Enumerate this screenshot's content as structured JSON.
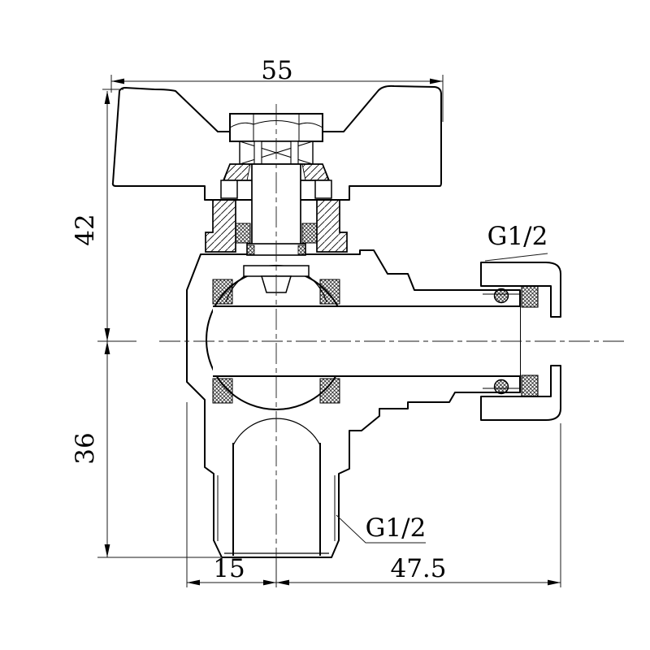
{
  "drawing": {
    "type": "cross-section technical drawing",
    "subject": "angle ball valve with butterfly handle",
    "dimensions": {
      "handle_width": "55",
      "upper_height": "42",
      "lower_height": "36",
      "bottom_left": "15",
      "bottom_right": "47.5"
    },
    "labels": {
      "side_thread": "G1/2",
      "bottom_thread": "G1/2"
    },
    "colors": {
      "line": "#000000",
      "background": "#ffffff"
    }
  }
}
